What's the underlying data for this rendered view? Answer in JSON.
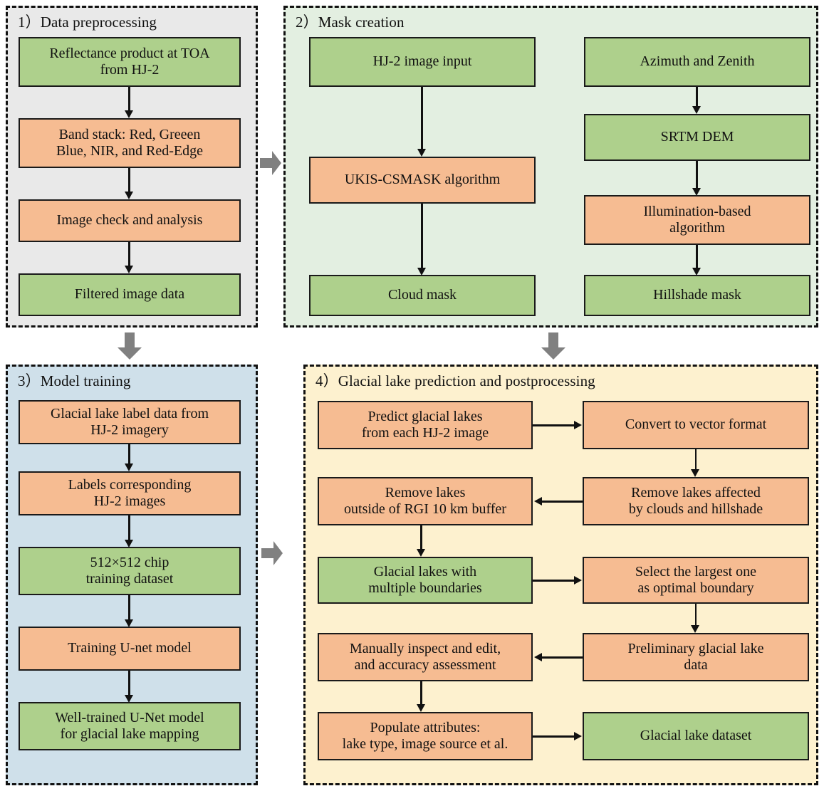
{
  "figure": {
    "type": "flowchart",
    "palette": {
      "data_box": "#aed08c",
      "process_box": "#f6bc92",
      "box_border": "#1a1a1a",
      "panel_border": "#111111",
      "connector_arrow": "#808080",
      "panel1_bg": "#e9e9e9",
      "panel2_bg": "#e3efe1",
      "panel3_bg": "#cfe0ea",
      "panel4_bg": "#fdf1cf"
    }
  },
  "panels": [
    {
      "id": "panel-1",
      "title": "1）Data preprocessing",
      "nodes": [
        {
          "id": "p1n1",
          "label": "Reflectance product at TOA\nfrom HJ-2",
          "color": "green"
        },
        {
          "id": "p1n2",
          "label": "Band stack: Red, Greeen\nBlue, NIR, and Red-Edge",
          "color": "orange"
        },
        {
          "id": "p1n3",
          "label": "Image check and analysis",
          "color": "orange"
        },
        {
          "id": "p1n4",
          "label": "Filtered image data",
          "color": "green"
        }
      ]
    },
    {
      "id": "panel-2",
      "title": "2）Mask creation",
      "nodes": [
        {
          "id": "p2n1",
          "label": "HJ-2 image input",
          "color": "green"
        },
        {
          "id": "p2n2",
          "label": "UKIS-CSMASK algorithm",
          "color": "orange"
        },
        {
          "id": "p2n3",
          "label": "Cloud mask",
          "color": "green"
        },
        {
          "id": "p2n4",
          "label": "Azimuth and Zenith",
          "color": "green"
        },
        {
          "id": "p2n5",
          "label": "SRTM DEM",
          "color": "green"
        },
        {
          "id": "p2n6",
          "label": "Illumination-based\nalgorithm",
          "color": "orange"
        },
        {
          "id": "p2n7",
          "label": "Hillshade mask",
          "color": "green"
        }
      ]
    },
    {
      "id": "panel-3",
      "title": "3）Model training",
      "nodes": [
        {
          "id": "p3n1",
          "label": "Glacial lake label data from\nHJ-2 imagery",
          "color": "orange"
        },
        {
          "id": "p3n2",
          "label": "Labels corresponding\nHJ-2 images",
          "color": "orange"
        },
        {
          "id": "p3n3",
          "label": "512×512 chip\ntraining dataset",
          "color": "green"
        },
        {
          "id": "p3n4",
          "label": "Training U-net model",
          "color": "orange"
        },
        {
          "id": "p3n5",
          "label": "Well-trained U-Net model\nfor glacial lake mapping",
          "color": "green"
        }
      ]
    },
    {
      "id": "panel-4",
      "title": "4）Glacial lake prediction and postprocessing",
      "nodes": [
        {
          "id": "p4n1",
          "label": "Predict glacial lakes\nfrom each HJ-2 image",
          "color": "orange"
        },
        {
          "id": "p4n2",
          "label": "Convert to vector format",
          "color": "orange"
        },
        {
          "id": "p4n3",
          "label": "Remove lakes\noutside of RGI 10 km buffer",
          "color": "orange"
        },
        {
          "id": "p4n4",
          "label": "Remove  lakes affected\nby clouds and hillshade",
          "color": "orange"
        },
        {
          "id": "p4n5",
          "label": "Glacial lakes with\nmultiple boundaries",
          "color": "green"
        },
        {
          "id": "p4n6",
          "label": "Select the largest one\nas optimal boundary",
          "color": "orange"
        },
        {
          "id": "p4n7",
          "label": "Manually inspect and edit,\nand accuracy assessment",
          "color": "orange"
        },
        {
          "id": "p4n8",
          "label": "Preliminary glacial lake\ndata",
          "color": "orange"
        },
        {
          "id": "p4n9",
          "label": "Populate attributes:\nlake type, image source et al.",
          "color": "orange"
        },
        {
          "id": "p4n10",
          "label": "Glacial lake dataset",
          "color": "green"
        }
      ]
    }
  ],
  "panel_connectors": [
    {
      "id": "conn-1-to-2",
      "direction": "right"
    },
    {
      "id": "conn-1-to-3",
      "direction": "down"
    },
    {
      "id": "conn-2-to-4",
      "direction": "down"
    },
    {
      "id": "conn-3-to-4",
      "direction": "right"
    }
  ]
}
